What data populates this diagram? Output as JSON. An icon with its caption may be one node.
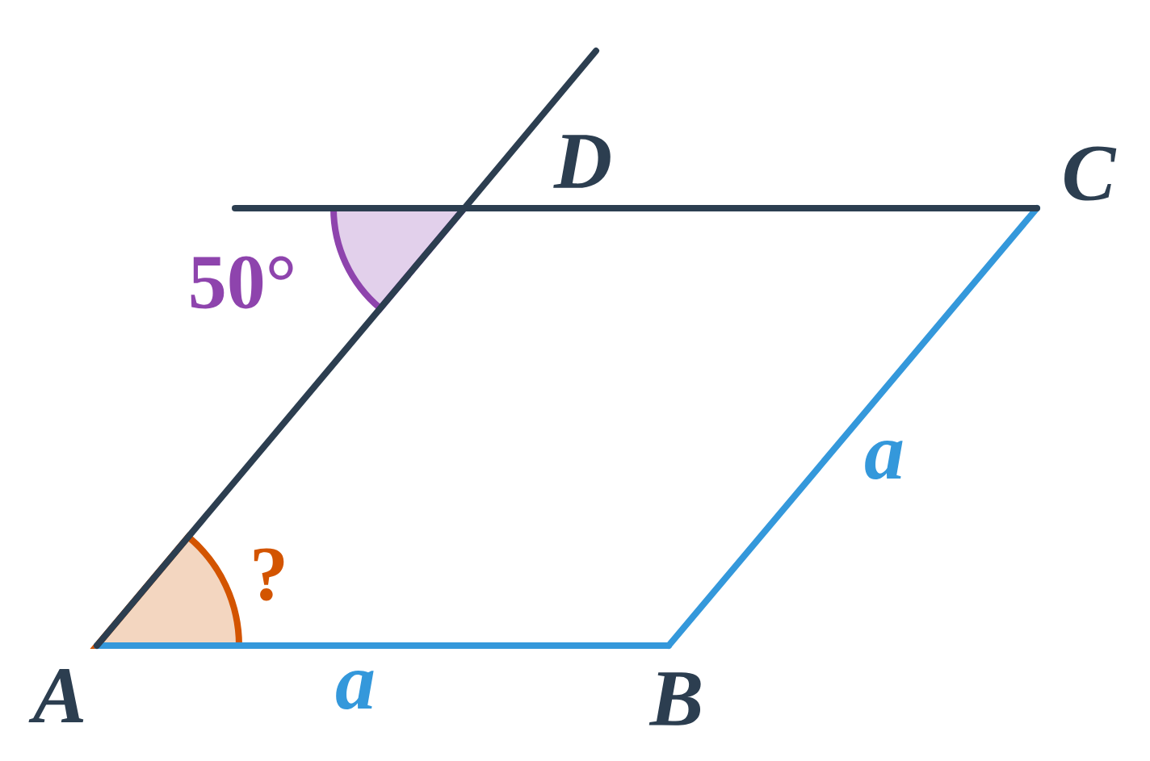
{
  "diagram": {
    "nodes": [
      {
        "text": [
          "A"
        ]
      },
      {
        "text": [
          "B"
        ]
      },
      {
        "text": [
          "C"
        ]
      },
      {
        "text": [
          "D"
        ]
      }
    ],
    "edges": [
      {
        "from": 0,
        "to": 1,
        "arrow": "none",
        "label": "a",
        "color": "#3498db"
      },
      {
        "from": 1,
        "to": 2,
        "arrow": "none",
        "label": "a",
        "color": "#3498db"
      },
      {
        "from": 3,
        "to": 2,
        "arrow": "none",
        "color": "#2c3e50"
      },
      {
        "from": 0,
        "to": 3,
        "arrow": "none",
        "color": "#2c3e50"
      }
    ],
    "labels": [
      "50°",
      "?"
    ]
  }
}
